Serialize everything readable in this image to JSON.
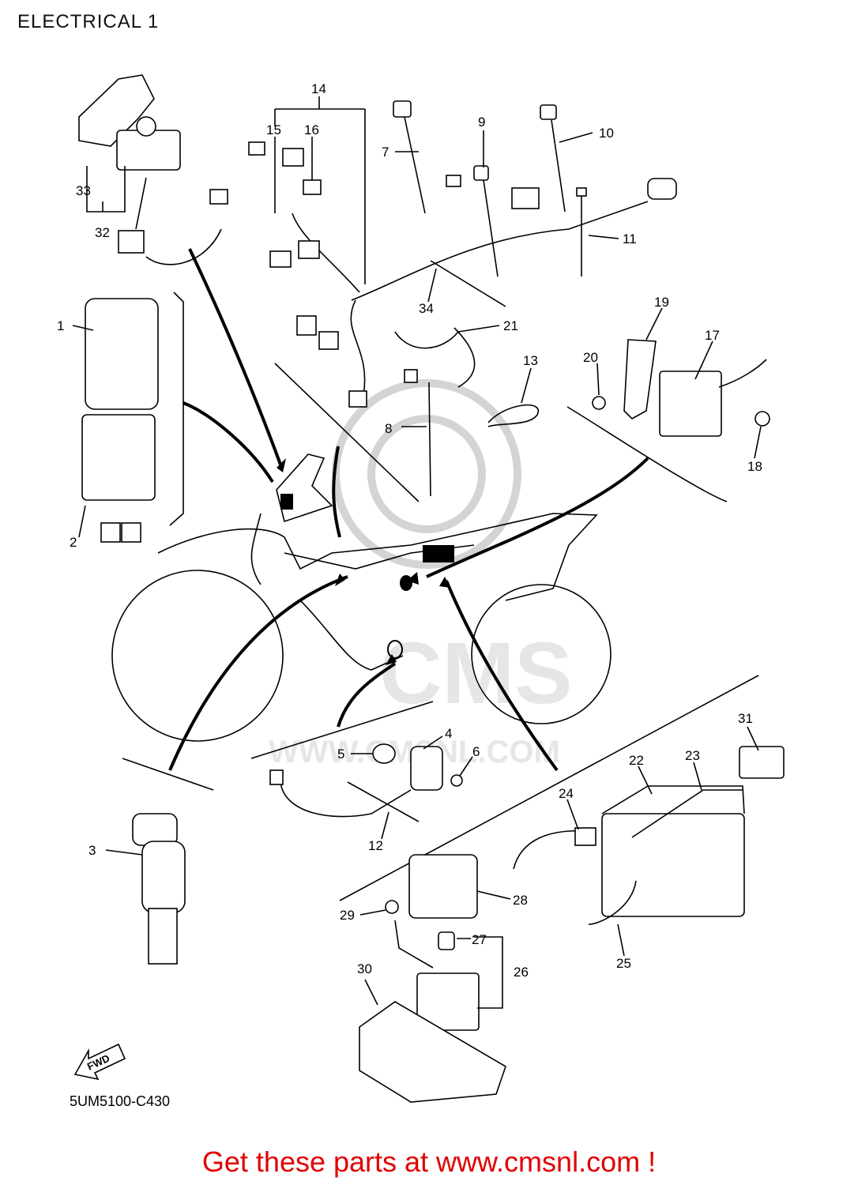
{
  "title": "ELECTRICAL 1",
  "part_code": "5UM5100-C430",
  "fwd_label": "FWD",
  "watermark": {
    "logo_text": "CMS",
    "url_text": "WWW.CMSNL.COM"
  },
  "promo": {
    "text": "Get these parts at www.cmsnl.com !",
    "color": "#e10000"
  },
  "callouts": [
    "1",
    "2",
    "3",
    "4",
    "5",
    "6",
    "7",
    "8",
    "9",
    "10",
    "11",
    "12",
    "13",
    "14",
    "15",
    "16",
    "17",
    "18",
    "19",
    "20",
    "21",
    "22",
    "23",
    "24",
    "25",
    "26",
    "27",
    "28",
    "29",
    "30",
    "31",
    "32",
    "33",
    "34"
  ]
}
